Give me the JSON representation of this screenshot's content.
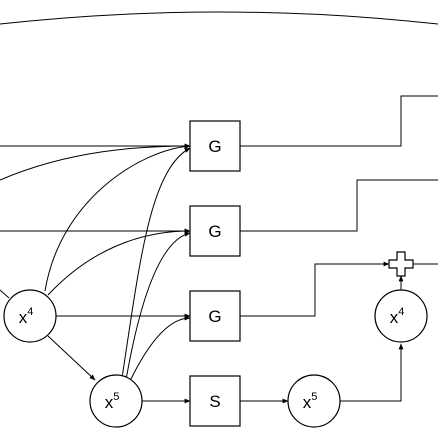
{
  "diagram": {
    "blocks": {
      "g1": "G",
      "g2": "G",
      "g3": "G",
      "s": "S"
    },
    "nodes": {
      "x4_left": {
        "base": "x",
        "exp": "4"
      },
      "x5_left": {
        "base": "x",
        "exp": "5"
      },
      "x5_right": {
        "base": "x",
        "exp": "5"
      },
      "x4_right": {
        "base": "x",
        "exp": "4"
      }
    },
    "adder": "plus-icon"
  }
}
